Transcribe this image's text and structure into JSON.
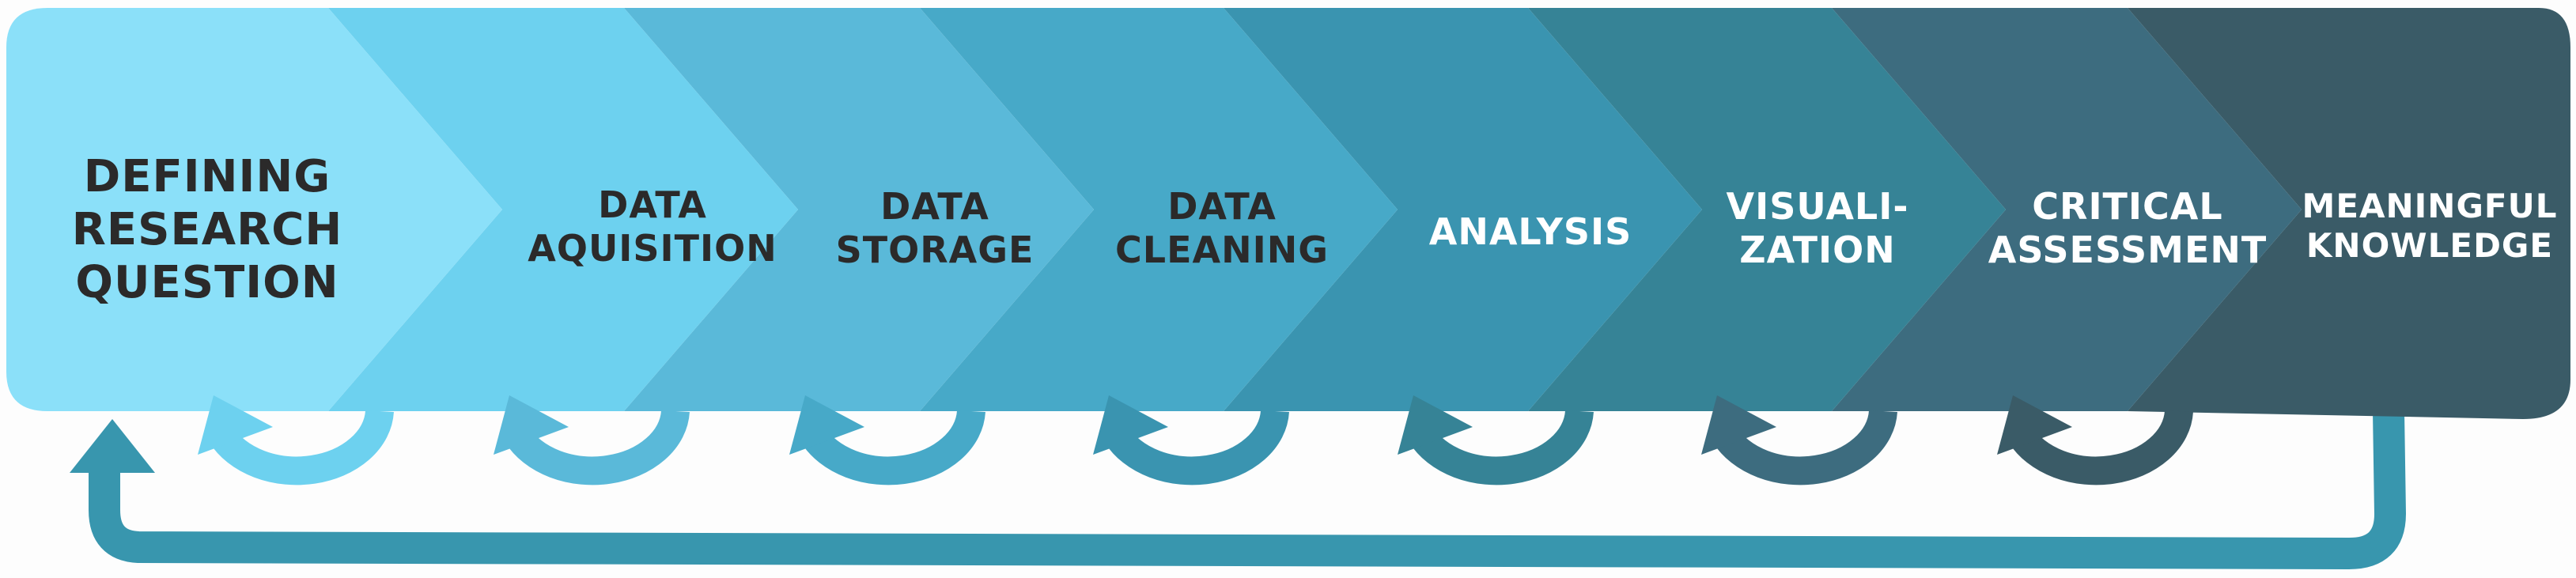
{
  "steps": [
    {
      "lines": [
        "DEFINING",
        "RESEARCH",
        "QUESTION"
      ],
      "color": "#8be0f9"
    },
    {
      "lines": [
        "DATA",
        "AQUISITION"
      ],
      "color": "#6dd1ef"
    },
    {
      "lines": [
        "DATA",
        "STORAGE"
      ],
      "color": "#5ab9d9"
    },
    {
      "lines": [
        "DATA",
        "CLEANING"
      ],
      "color": "#47a9c8"
    },
    {
      "lines": [
        "ANALYSIS"
      ],
      "color": "#3a94b0"
    },
    {
      "lines": [
        "VISUALI-",
        "ZATION"
      ],
      "color": "#368396"
    },
    {
      "lines": [
        "CRITICAL",
        "ASSESSMENT"
      ],
      "color": "#3d6c7f"
    },
    {
      "lines": [
        "MEANINGFUL",
        "KNOWLEDGE"
      ],
      "color": "#3a5b67"
    }
  ],
  "return_arrow_color": "#3896ae",
  "text_dark": "#2b2a2a",
  "text_light": "#ffffff"
}
